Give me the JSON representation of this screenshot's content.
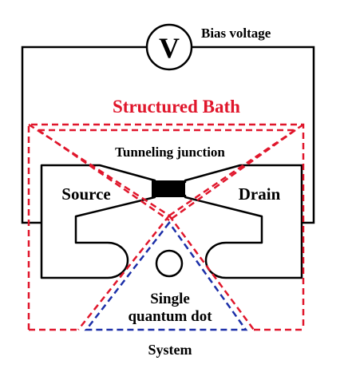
{
  "labels": {
    "voltmeter_symbol": "V",
    "bias_voltage": "Bias voltage",
    "structured_bath": "Structured Bath",
    "tunneling_junction": "Tunneling junction",
    "source": "Source",
    "drain": "Drain",
    "dot_line1": "Single",
    "dot_line2": "quantum dot",
    "system": "System"
  },
  "colors": {
    "circuit": "#000000",
    "bath": "#e0162b",
    "system": "#1c2fa8",
    "junction": "#000000",
    "background": "#ffffff"
  }
}
